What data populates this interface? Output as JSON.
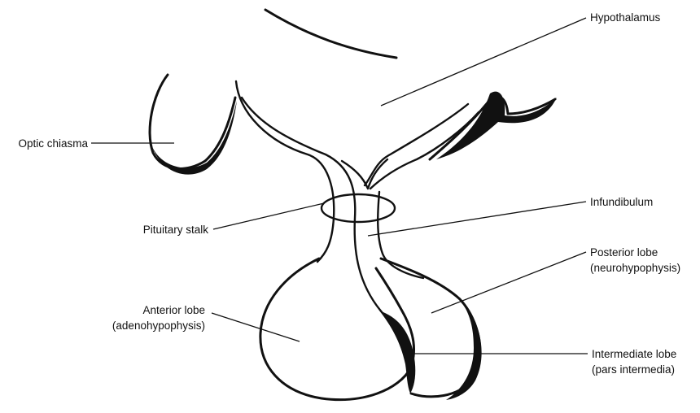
{
  "labels": {
    "hypothalamus": "Hypothalamus",
    "optic_chiasma": "Optic chiasma",
    "infundibulum": "Infundibulum",
    "pituitary_stalk": "Pituitary stalk",
    "posterior_lobe": [
      "Posterior lobe",
      "(neurohypophysis)"
    ],
    "anterior_lobe": [
      "Anterior lobe",
      "(adenohypophysis)"
    ],
    "intermediate_lobe": [
      "Intermediate lobe",
      "(pars intermedia)"
    ]
  },
  "colors": {
    "ink": "#111111",
    "background": "#ffffff"
  }
}
